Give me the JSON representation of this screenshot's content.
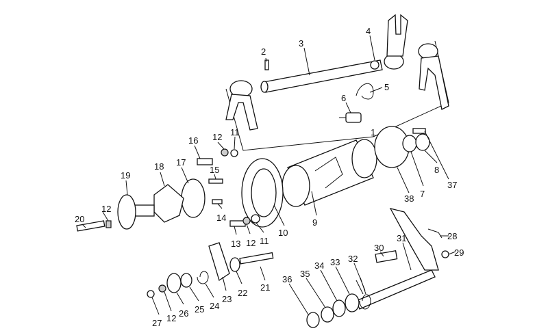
{
  "diagram": {
    "type": "exploded parts diagram - gearbox selector drum and shift forks",
    "labels": [
      "1",
      "2",
      "3",
      "4",
      "5",
      "6",
      "7",
      "8",
      "9",
      "10",
      "11",
      "11",
      "12",
      "12",
      "12",
      "12",
      "13",
      "14",
      "15",
      "16",
      "17",
      "18",
      "19",
      "20",
      "21",
      "22",
      "23",
      "24",
      "25",
      "26",
      "27",
      "28",
      "29",
      "30",
      "31",
      "32",
      "33",
      "34",
      "35",
      "36",
      "37",
      "38"
    ]
  }
}
